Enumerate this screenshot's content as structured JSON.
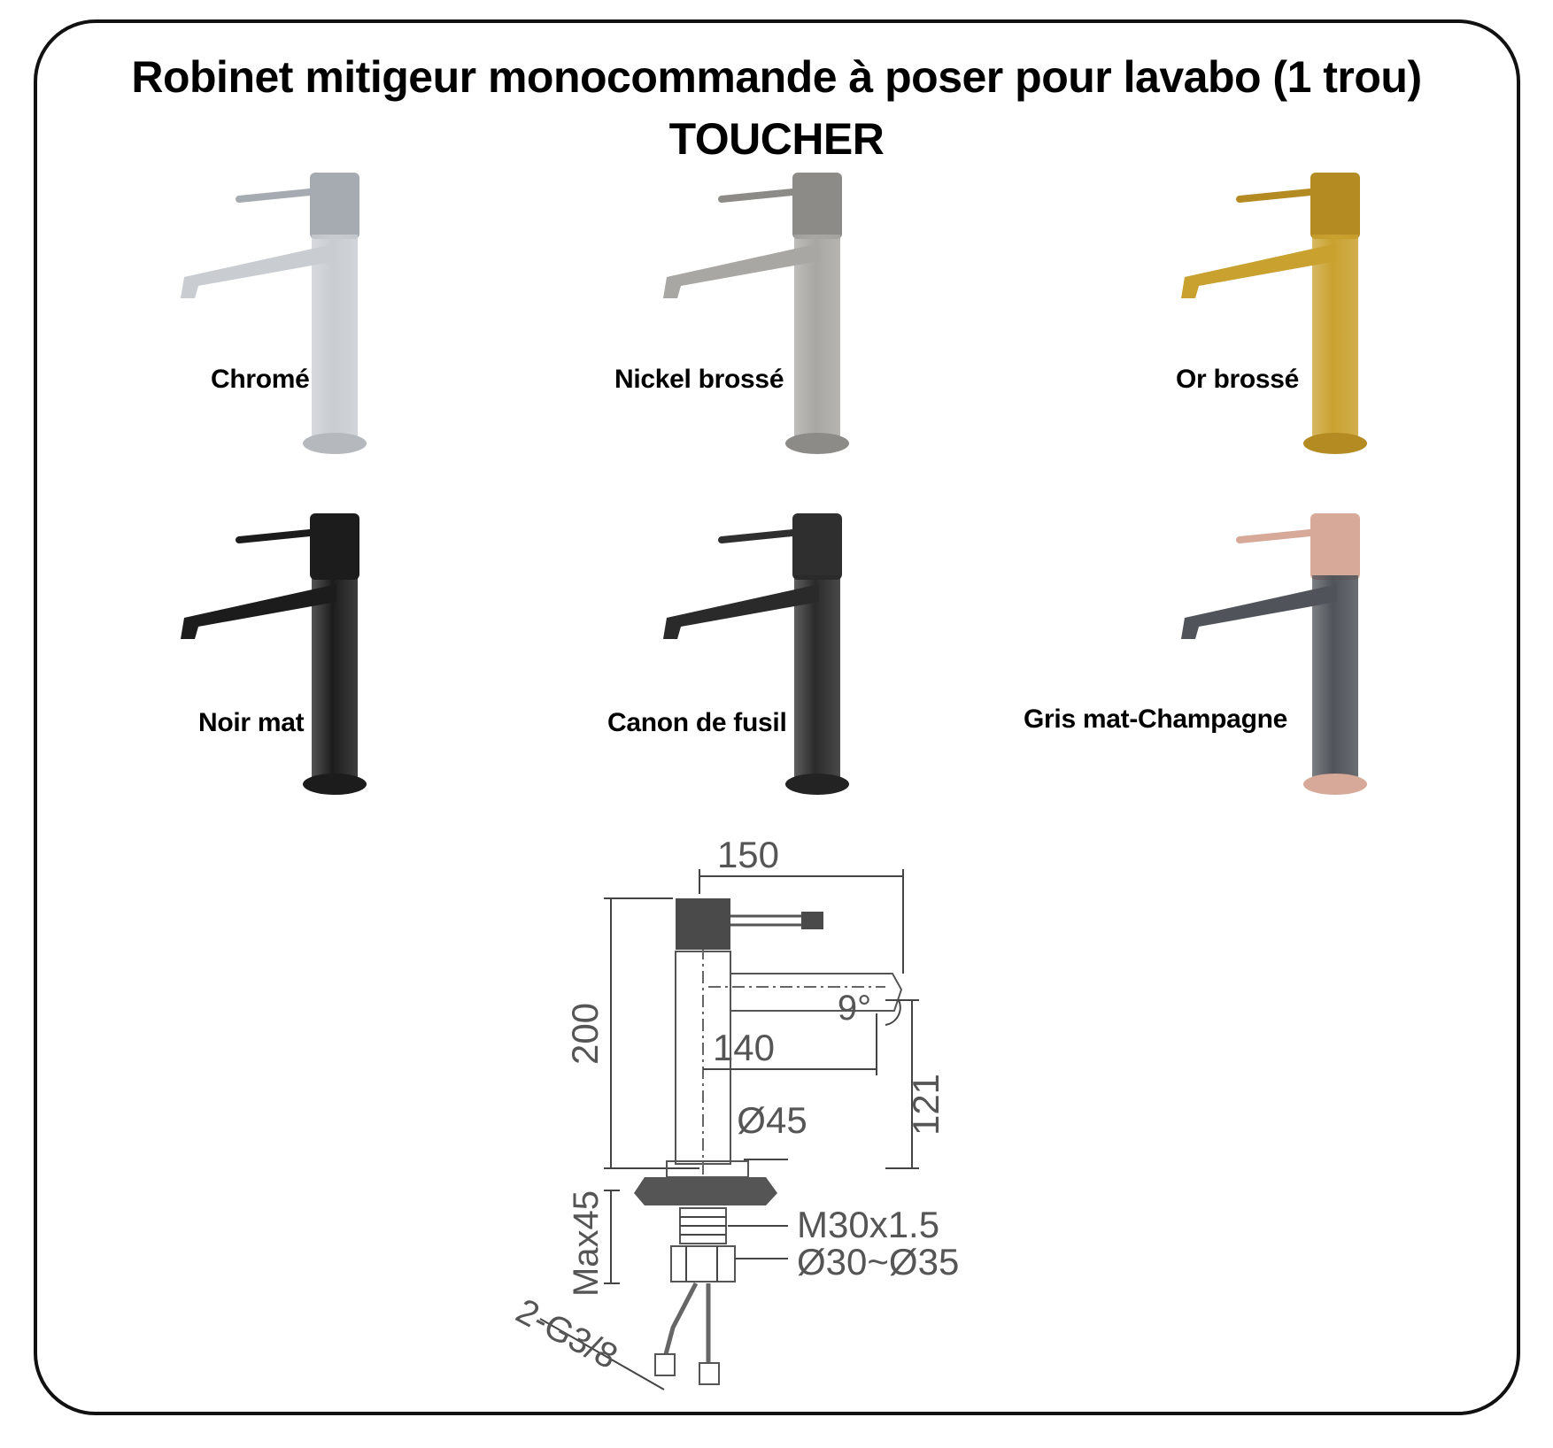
{
  "title": {
    "line1": "Robinet mitigeur monocommande à poser pour lavabo (1 trou)",
    "line2": "TOUCHER"
  },
  "finishes": [
    {
      "label": "Chromé",
      "body_color": "#c9cdd2",
      "top_color": "#a6abb1",
      "base_color": "#b5b9be"
    },
    {
      "label": "Nickel brossé",
      "body_color": "#a9a7a3",
      "top_color": "#8d8b87",
      "base_color": "#8d8b87"
    },
    {
      "label": "Or brossé",
      "body_color": "#c9a12f",
      "top_color": "#b38b22",
      "base_color": "#b38b22"
    },
    {
      "label": "Noir mat",
      "body_color": "#1c1c1c",
      "top_color": "#1c1c1c",
      "base_color": "#1c1c1c"
    },
    {
      "label": "Canon de fusil",
      "body_color": "#2a2a2a",
      "top_color": "#2f2f2f",
      "base_color": "#232323"
    },
    {
      "label": "Gris mat-Champagne",
      "body_color": "#50545a",
      "top_color": "#d6a998",
      "base_color": "#d6a998"
    }
  ],
  "drawing": {
    "dim_150": "150",
    "dim_200": "200",
    "dim_140": "140",
    "dim_9deg": "9°",
    "dim_121": "121",
    "dim_d45": "Ø45",
    "dim_max45": "Max45",
    "dim_m30": "M30x1.5",
    "dim_d30": "Ø30~Ø35",
    "dim_g38": "2-G3/8"
  }
}
